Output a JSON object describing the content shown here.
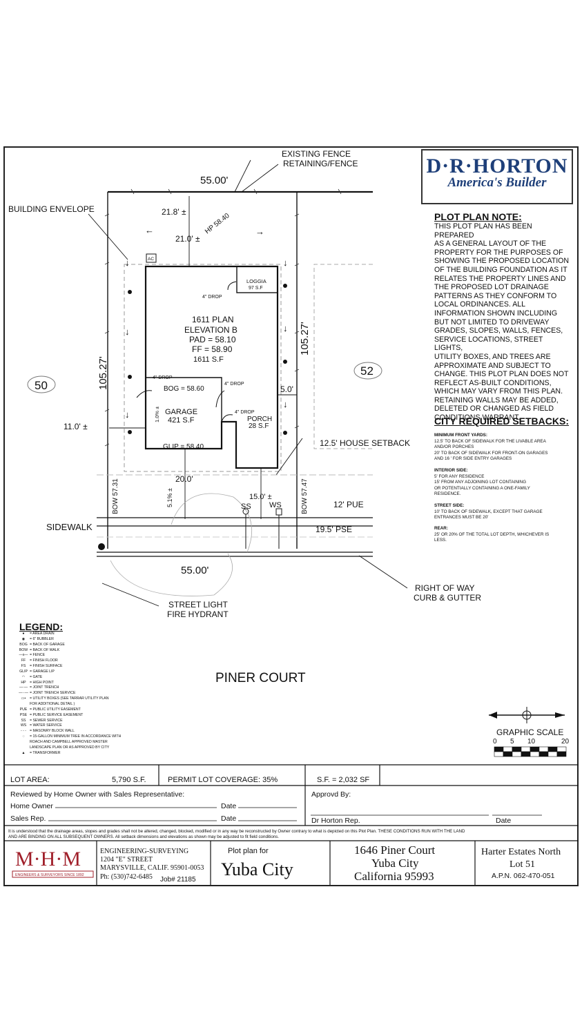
{
  "logo": {
    "brand": "D·R·HORTON",
    "tagline": "America's Builder"
  },
  "plot_plan_note": {
    "title": "PLOT PLAN NOTE:",
    "lines": [
      "THIS PLOT PLAN HAS BEEN PREPARED",
      "AS A GENERAL LAYOUT OF THE",
      "PROPERTY FOR THE PURPOSES OF",
      "SHOWING THE PROPOSED LOCATION",
      "OF THE BUILDING FOUNDATION AS IT",
      "RELATES THE PROPERTY LINES AND",
      "THE PROPOSED LOT DRAINAGE",
      "PATTERNS AS THEY CONFORM TO",
      "LOCAL ORDINANCES. ALL",
      "INFORMATION SHOWN INCLUDING",
      "BUT NOT LIMITED TO DRIVEWAY",
      "GRADES, SLOPES, WALLS, FENCES,",
      "SERVICE LOCATIONS, STREET LIGHTS,",
      "UTILITY BOXES, AND TREES ARE",
      "APPROXIMATE AND SUBJECT TO",
      "CHANGE. THIS PLOT PLAN DOES NOT",
      "REFLECT AS-BUILT CONDITIONS,",
      "WHICH MAY VARY FROM THIS PLAN.",
      "RETAINING WALLS MAY BE ADDED,",
      "DELETED OR CHANGED AS FIELD",
      "CONDITIONS WARRANT."
    ]
  },
  "setbacks": {
    "title": "CITY REQUIRED SETBACKS:",
    "front_title": "MINIMUM FRONT YARDS:",
    "front_lines": [
      "12.5' TO BACK OF SIDEWALK FOR THE LIVABLE AREA",
      "AND/OR PORCHES",
      "20' TO BACK OF SIDEWALK FOR FRONT-ON GARAGES",
      "AND 16 ' FOR SIDE ENTRY GARAGES"
    ],
    "interior_title": "INTERIOR SIDE:",
    "interior_lines": [
      "5' FOR ANY RESIDENCE",
      "15' FROM ANY ADJOINING LOT CONTAINING",
      "OR POTENTIALLY CONTAINING A ONE-FAMILY",
      "RESIDENCE."
    ],
    "street_title": "STREET SIDE:",
    "street_lines": [
      "10' TO BACK OF SIDEWALK, EXCEPT THAT GARAGE",
      "ENTRANCES MUST BE 20'"
    ],
    "rear_title": "REAR:",
    "rear_lines": [
      "25' OR 20% OF THE TOTAL LOT DEPTH, WHICHEVER IS",
      "LESS."
    ]
  },
  "plan": {
    "existing_fence": "EXISTING FENCE",
    "retaining_fence": "RETAINING/FENCE",
    "top_width": "55.00'",
    "bottom_width": "55.00'",
    "building_envelope": "BUILDING ENVELOPE",
    "rear_218": "21.8' ±",
    "rear_210": "21.0' ±",
    "hp": "HP 58.40",
    "ac": "AC",
    "loggia": "LOGGIA",
    "loggia_sf": "97 S.F",
    "drop": "4\" DROP",
    "plan_name": "1611 PLAN",
    "elevation": "ELEVATION B",
    "pad": "PAD = 58.10",
    "ff": "FF = 58.90",
    "sf": "1611 S.F",
    "left_depth": "105.27'",
    "right_depth": "105.27'",
    "lot50": "50",
    "lot52": "52",
    "bog": "BOG = 58.60",
    "garage": "GARAGE",
    "garage_sf": "421 S.F",
    "porch": "PORCH",
    "porch_sf": "28 S.F",
    "glip": "GLIP = 58.40",
    "slope_10": "1.0% ±",
    "side_11": "11.0' ±",
    "side_5": "5.0'",
    "house_setback": "12.5' HOUSE SETBACK",
    "driveway_20": "20.0'",
    "slope_51": "5.1% ±",
    "walk_15": "15.0' ±",
    "ss": "SS",
    "ws": "WS",
    "bow_left": "BOW 57.31",
    "bow_right": "BOW 57.47",
    "pue": "12' PUE",
    "pse": "19.5' PSE",
    "sidewalk": "SIDEWALK",
    "right_of_way": "RIGHT OF WAY",
    "curb_gutter": "CURB & GUTTER",
    "street_light": "STREET LIGHT",
    "fire_hydrant": "FIRE HYDRANT",
    "street_name": "PINER COURT"
  },
  "scale": {
    "title": "GRAPHIC SCALE",
    "ticks": [
      "0",
      "5",
      "10",
      "20"
    ]
  },
  "legend": {
    "title": "LEGEND:",
    "items": [
      {
        "sym": "●",
        "text": "= AREA DRAIN"
      },
      {
        "sym": "◉",
        "text": "= 6\" BUBBLER"
      },
      {
        "sym": "BOG",
        "text": "= BACK OF GARAGE"
      },
      {
        "sym": "BOW",
        "text": "= BACK OF WALK"
      },
      {
        "sym": "—x—",
        "text": "= FENCE"
      },
      {
        "sym": "FF",
        "text": "= FINISH FLOOR"
      },
      {
        "sym": "FS",
        "text": "= FINISH SURFACE"
      },
      {
        "sym": "GLIP",
        "text": "= GARAGE LIP"
      },
      {
        "sym": "◠",
        "text": "= GATE"
      },
      {
        "sym": "HP",
        "text": "= HIGH POINT"
      },
      {
        "sym": "—·—",
        "text": "= JOINT TRENCH"
      },
      {
        "sym": "—··—",
        "text": "= JOINT TRENCH SERVICE"
      },
      {
        "sym": "▭▪",
        "text": "= UTILITY BOXES (SEE TARRAR UTILITY PLAN"
      },
      {
        "sym": "",
        "text": "FOR ADDITIONAL DETAIL )"
      },
      {
        "sym": "PUE",
        "text": "= PUBLIC UTILITY EASEMENT"
      },
      {
        "sym": "PSE",
        "text": "= PUBLIC SERVICE EASEMENT"
      },
      {
        "sym": "SS",
        "text": "= SEWER SERVICE"
      },
      {
        "sym": "WS",
        "text": "= WATER SERVICE"
      },
      {
        "sym": "- - -",
        "text": "= MASONRY BLOCK WALL"
      },
      {
        "sym": "◌",
        "text": "= 15-GALLON MINIMUM TREE IN ACCORDANCE WITH"
      },
      {
        "sym": "",
        "text": "ROACH AND CAMPBELL APPROVED MASTER"
      },
      {
        "sym": "",
        "text": "LANDSCAPE PLAN OR AS APPROVED BY CITY"
      },
      {
        "sym": "▲",
        "text": "= TRANSFORMER"
      }
    ]
  },
  "info": {
    "lot_area_label": "LOT AREA:",
    "lot_area": "5,790 S.F.",
    "coverage": "PERMIT LOT COVERAGE: 35%",
    "sf": "S.F. = 2,032 SF",
    "reviewed": "Reviewed by Home Owner with Sales Representative:",
    "home_owner": "Home Owner",
    "date1": "Date",
    "sales_rep": "Sales Rep.",
    "date2": "Date",
    "approved": "Approvd By:",
    "dr_rep": "Dr Horton Rep.",
    "date3": "Date",
    "disclaimer1": "It is understood that the drainage areas, slopes and grades shall not be altered, changed, blocked, modified or in any way be reconstructed by Owner contrary to what is depicted on this Plot Plan.  THESE CONDITIONS RUN WITH THE LAND",
    "disclaimer2": "AND ARE BINDING ON ALL SUBSEQUENT OWNERS.  All setback dimensions and elevations as shown may be adjusted to fit field conditions."
  },
  "titleblock": {
    "mhm": "M·H·M",
    "mhm_sub": "ENGINEERS & SURVEYORS SINCE 1892",
    "firm1": "ENGINEERING-SURVEYING",
    "firm2": "1204 \"E\" STREET",
    "firm3": "MARYSVILLE, CALIF. 95901-0053",
    "firm4": "Ph: (530)742-6485",
    "job": "Job# 21185",
    "plot_for": "Plot plan for",
    "city_big": "Yuba City",
    "addr1": "1646 Piner Court",
    "addr2": "Yuba City",
    "addr3": "California 95993",
    "subdivision": "Harter Estates North",
    "lot": "Lot 51",
    "apn": "A.P.N. 062-470-051"
  },
  "colors": {
    "brand_blue": "#1e3f79",
    "mhm_red": "#a01f2a"
  }
}
